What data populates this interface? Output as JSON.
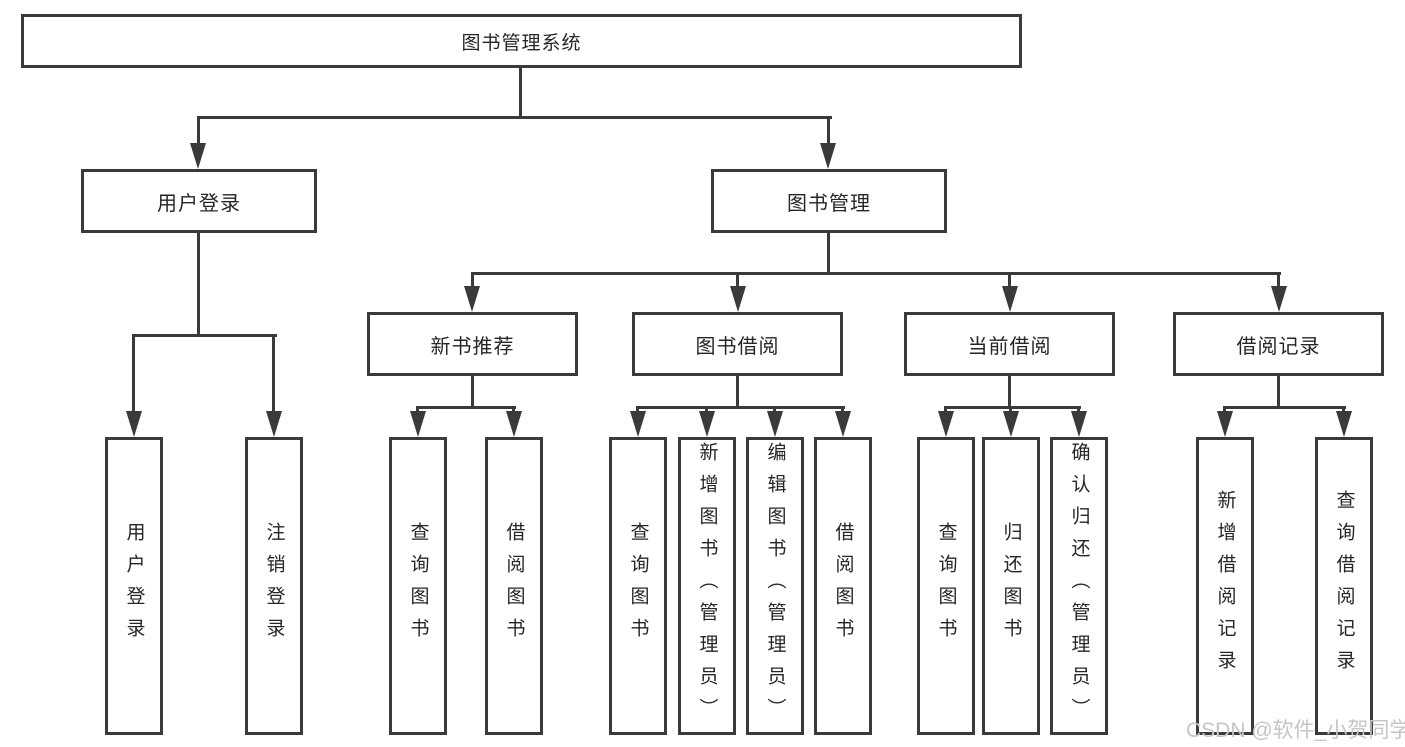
{
  "diagram": {
    "root": {
      "label": "图书管理系统"
    },
    "level2": [
      {
        "label": "用户登录"
      },
      {
        "label": "图书管理"
      }
    ],
    "level3": [
      {
        "label": "新书推荐"
      },
      {
        "label": "图书借阅"
      },
      {
        "label": "当前借阅"
      },
      {
        "label": "借阅记录"
      }
    ],
    "leaves_user_login": [
      {
        "label": "用户登录"
      },
      {
        "label": "注销登录"
      }
    ],
    "leaves_new_book": [
      {
        "label": "查询图书"
      },
      {
        "label": "借阅图书"
      }
    ],
    "leaves_book_borrow": [
      {
        "label": "查询图书"
      },
      {
        "label": "新增图书（管理员）"
      },
      {
        "label": "编辑图书（管理员）"
      },
      {
        "label": "借阅图书"
      }
    ],
    "leaves_current_borrow": [
      {
        "label": "查询图书"
      },
      {
        "label": "归还图书"
      },
      {
        "label": "确认归还（管理员）"
      }
    ],
    "leaves_borrow_record": [
      {
        "label": "新增借阅记录"
      },
      {
        "label": "查询借阅记录"
      }
    ]
  },
  "watermark": {
    "text": "CSDN @软件_小贺同学"
  },
  "colors": {
    "line": "#3a3a3a",
    "text": "#262626",
    "background": "#ffffff",
    "watermark": "#c6c6c6"
  }
}
